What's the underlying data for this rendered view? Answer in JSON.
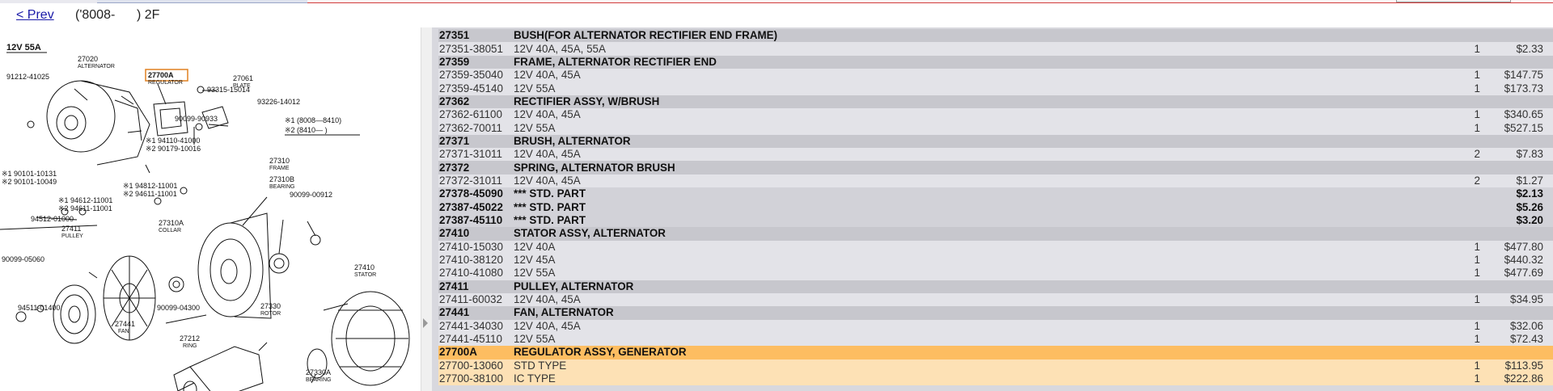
{
  "nav": {
    "prev_label": "< Prev",
    "model_text": "('8008-      ) 2F"
  },
  "diagram": {
    "title": "12V 55A",
    "legend": [
      "※1 (8008—8410)",
      "※2 (8410—      )"
    ],
    "labels": [
      {
        "id": "27020",
        "text": "27020"
      },
      {
        "id": "alternator",
        "text": "ALTERNATOR"
      },
      {
        "id": "27700A",
        "text": "27700A"
      },
      {
        "id": "regulator",
        "text": "REGULATOR"
      },
      {
        "id": "93315",
        "text": "93315-15014"
      },
      {
        "id": "91212",
        "text": "91212-41025"
      },
      {
        "id": "27061",
        "text": "27061"
      },
      {
        "id": "plate",
        "text": "PLATE"
      },
      {
        "id": "93226",
        "text": "93226-14012"
      },
      {
        "id": "90099a",
        "text": "90099-90933"
      },
      {
        "id": "94110",
        "text": "※1 94110-41000"
      },
      {
        "id": "90179",
        "text": "※2 90179-10016"
      },
      {
        "id": "27310",
        "text": "27310"
      },
      {
        "id": "frame",
        "text": "FRAME"
      },
      {
        "id": "27310b",
        "text": "27310B"
      },
      {
        "id": "bearing",
        "text": "BEARING"
      },
      {
        "id": "90101",
        "text": "※1 90101-10131"
      },
      {
        "id": "90101b",
        "text": "※2 90101-10049"
      },
      {
        "id": "94812",
        "text": "※1 94812-11001"
      },
      {
        "id": "94811",
        "text": "※2 94611-11001"
      },
      {
        "id": "90099b",
        "text": "90099-00912"
      },
      {
        "id": "94612",
        "text": "※1 94612-11001"
      },
      {
        "id": "94611",
        "text": "※2 94611-11001"
      },
      {
        "id": "94512",
        "text": "94512-01000"
      },
      {
        "id": "27411",
        "text": "27411"
      },
      {
        "id": "pulley",
        "text": "PULLEY"
      },
      {
        "id": "27310a",
        "text": "27310A"
      },
      {
        "id": "collar",
        "text": "COLLAR"
      },
      {
        "id": "90099c",
        "text": "90099-05060"
      },
      {
        "id": "27410",
        "text": "27410"
      },
      {
        "id": "stator",
        "text": "STATOR"
      },
      {
        "id": "94511",
        "text": "94511-01400"
      },
      {
        "id": "90099d",
        "text": "90099-04300"
      },
      {
        "id": "27330",
        "text": "27330"
      },
      {
        "id": "rotor",
        "text": "ROTOR"
      },
      {
        "id": "27441",
        "text": "27441"
      },
      {
        "id": "fan",
        "text": "FAN"
      },
      {
        "id": "27212",
        "text": "27212"
      },
      {
        "id": "ring",
        "text": "RING"
      },
      {
        "id": "27330a",
        "text": "27330A"
      },
      {
        "id": "bearing2",
        "text": "BEARING"
      }
    ]
  },
  "parts": [
    {
      "type": "hdr",
      "code": "27351",
      "desc": "BUSH(FOR ALTERNATOR RECTIFIER END FRAME)",
      "qty": "",
      "price": ""
    },
    {
      "type": "sub",
      "code": "27351-38051",
      "desc": "12V 40A, 45A, 55A",
      "qty": "1",
      "price": "$2.33"
    },
    {
      "type": "hdr",
      "code": "27359",
      "desc": "FRAME, ALTERNATOR RECTIFIER END",
      "qty": "",
      "price": ""
    },
    {
      "type": "sub",
      "code": "27359-35040",
      "desc": "12V 40A, 45A",
      "qty": "1",
      "price": "$147.75"
    },
    {
      "type": "sub",
      "code": "27359-45140",
      "desc": "12V 55A",
      "qty": "1",
      "price": "$173.73"
    },
    {
      "type": "hdr",
      "code": "27362",
      "desc": "RECTIFIER ASSY, W/BRUSH",
      "qty": "",
      "price": ""
    },
    {
      "type": "sub",
      "code": "27362-61100",
      "desc": "12V 40A, 45A",
      "qty": "1",
      "price": "$340.65"
    },
    {
      "type": "sub",
      "code": "27362-70011",
      "desc": "12V 55A",
      "qty": "1",
      "price": "$527.15"
    },
    {
      "type": "hdr",
      "code": "27371",
      "desc": "BRUSH, ALTERNATOR",
      "qty": "",
      "price": ""
    },
    {
      "type": "sub",
      "code": "27371-31011",
      "desc": "12V 40A, 45A",
      "qty": "2",
      "price": "$7.83"
    },
    {
      "type": "hdr",
      "code": "27372",
      "desc": "SPRING, ALTERNATOR BRUSH",
      "qty": "",
      "price": ""
    },
    {
      "type": "sub",
      "code": "27372-31011",
      "desc": "12V 40A, 45A",
      "qty": "2",
      "price": "$1.27"
    },
    {
      "type": "std",
      "code": "27378-45090",
      "desc": "*** STD. PART",
      "qty": "",
      "price": "$2.13"
    },
    {
      "type": "std",
      "code": "27387-45022",
      "desc": "*** STD. PART",
      "qty": "",
      "price": "$5.26"
    },
    {
      "type": "std",
      "code": "27387-45110",
      "desc": "*** STD. PART",
      "qty": "",
      "price": "$3.20"
    },
    {
      "type": "hdr",
      "code": "27410",
      "desc": "STATOR ASSY, ALTERNATOR",
      "qty": "",
      "price": ""
    },
    {
      "type": "sub",
      "code": "27410-15030",
      "desc": "12V 40A",
      "qty": "1",
      "price": "$477.80"
    },
    {
      "type": "sub",
      "code": "27410-38120",
      "desc": "12V 45A",
      "qty": "1",
      "price": "$440.32"
    },
    {
      "type": "sub",
      "code": "27410-41080",
      "desc": "12V 55A",
      "qty": "1",
      "price": "$477.69"
    },
    {
      "type": "hdr",
      "code": "27411",
      "desc": "PULLEY, ALTERNATOR",
      "qty": "",
      "price": ""
    },
    {
      "type": "sub",
      "code": "27411-60032",
      "desc": "12V 40A, 45A",
      "qty": "1",
      "price": "$34.95"
    },
    {
      "type": "hdr",
      "code": "27441",
      "desc": "FAN, ALTERNATOR",
      "qty": "",
      "price": ""
    },
    {
      "type": "sub",
      "code": "27441-34030",
      "desc": "12V 40A, 45A",
      "qty": "1",
      "price": "$32.06"
    },
    {
      "type": "sub",
      "code": "27441-45110",
      "desc": "12V 55A",
      "qty": "1",
      "price": "$72.43"
    },
    {
      "type": "hdr",
      "code": "27700A",
      "desc": "REGULATOR ASSY, GENERATOR",
      "qty": "",
      "price": "",
      "selected": true
    },
    {
      "type": "sub",
      "code": "27700-13060",
      "desc": "STD TYPE",
      "qty": "1",
      "price": "$113.95",
      "selected": true
    },
    {
      "type": "sub",
      "code": "27700-38100",
      "desc": "IC TYPE",
      "qty": "1",
      "price": "$222.86",
      "selected": true
    }
  ]
}
